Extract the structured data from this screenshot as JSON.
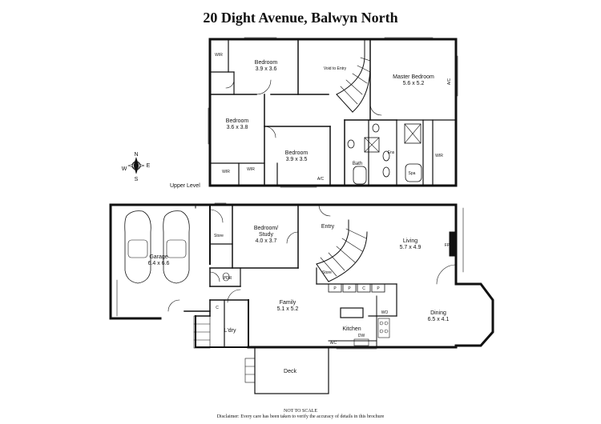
{
  "title": "20 Dight Avenue, Balwyn North",
  "level_label": "Upper Level",
  "compass": {
    "n": "N",
    "s": "S",
    "e": "E",
    "w": "W"
  },
  "upper_rooms": [
    {
      "name": "Bedroom",
      "dims": "3.9 x 3.6"
    },
    {
      "name": "Void to Entry",
      "dims": ""
    },
    {
      "name": "Master Bedroom",
      "dims": "5.6 x 5.2"
    },
    {
      "name": "Bedroom",
      "dims": "3.6 x 3.8"
    },
    {
      "name": "Bedroom",
      "dims": "3.9 x 3.5"
    },
    {
      "name": "Bath",
      "dims": ""
    }
  ],
  "upper_small": [
    "WIR",
    "WIR",
    "WIR",
    "WIR",
    "A/C",
    "Ens",
    "Spa",
    "A/C"
  ],
  "ground_rooms": [
    {
      "name": "Garage",
      "dims": "6.4 x 6.6"
    },
    {
      "name": "Bedroom/",
      "dims": "Study"
    },
    {
      "name": "4.0 x 3.7",
      "dims": ""
    },
    {
      "name": "Entry",
      "dims": ""
    },
    {
      "name": "Living",
      "dims": "5.7 x 4.9"
    },
    {
      "name": "Family",
      "dims": "5.1 x 5.2"
    },
    {
      "name": "Dining",
      "dims": "6.5 x 4.1"
    },
    {
      "name": "Kitchen",
      "dims": ""
    },
    {
      "name": "L'dry",
      "dims": ""
    },
    {
      "name": "Deck",
      "dims": ""
    }
  ],
  "ground_small": [
    "Store",
    "Store",
    "PDR",
    "FP",
    "P",
    "P",
    "C",
    "P",
    "WO",
    "DW",
    "A/C",
    "C"
  ],
  "footer": {
    "not_to_scale": "NOT TO SCALE",
    "disclaimer": "Disclaimer: Every care has been taken to verify the accuracy of details in this brochure"
  }
}
